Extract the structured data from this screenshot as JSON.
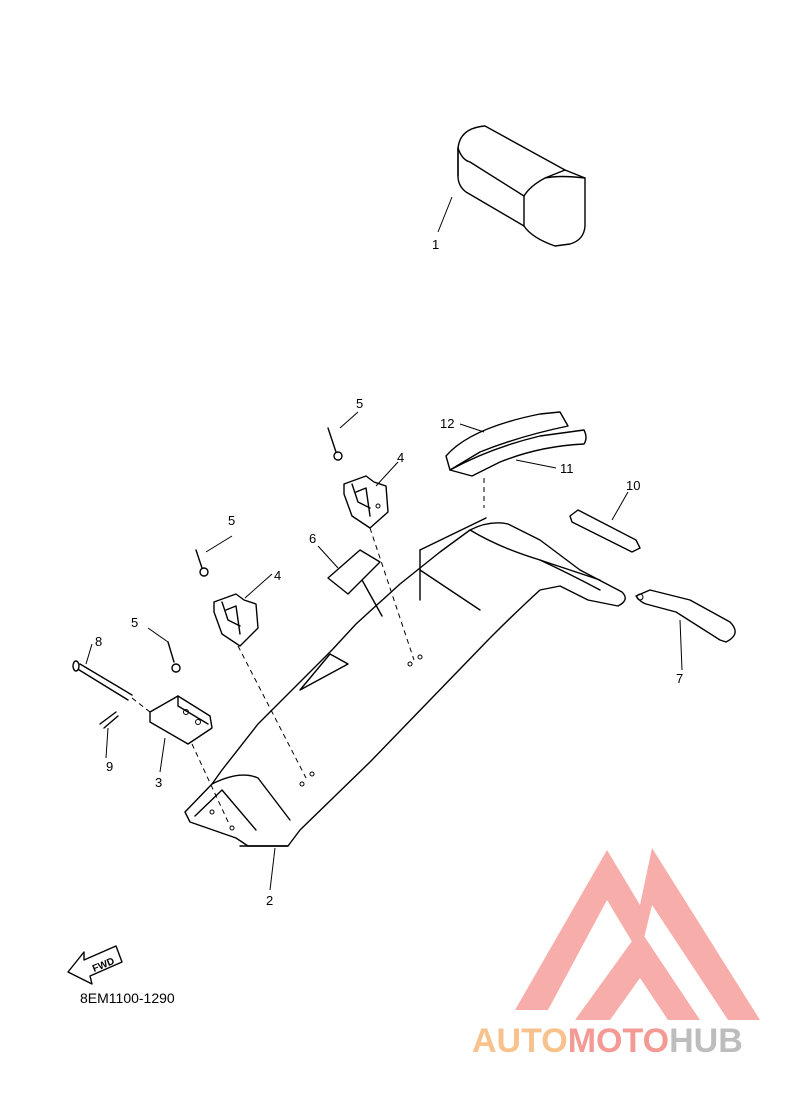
{
  "diagram": {
    "callouts": [
      {
        "id": "1",
        "text": "1"
      },
      {
        "id": "2",
        "text": "2"
      },
      {
        "id": "3",
        "text": "3"
      },
      {
        "id": "4a",
        "text": "4"
      },
      {
        "id": "4b",
        "text": "4"
      },
      {
        "id": "5a",
        "text": "5"
      },
      {
        "id": "5b",
        "text": "5"
      },
      {
        "id": "5c",
        "text": "5"
      },
      {
        "id": "6",
        "text": "6"
      },
      {
        "id": "7",
        "text": "7"
      },
      {
        "id": "8",
        "text": "8"
      },
      {
        "id": "9",
        "text": "9"
      },
      {
        "id": "10",
        "text": "10"
      },
      {
        "id": "11",
        "text": "11"
      },
      {
        "id": "12",
        "text": "12"
      }
    ],
    "fwd_label": "FWD",
    "diagram_code": "8EM1100-1290"
  },
  "watermark": {
    "part1": "AUTO",
    "part2": "MOTO",
    "part3": "HUB",
    "color_auto": "#f7c28c",
    "color_moto": "#f49a94",
    "color_hub": "#bdbdbd",
    "logo_color": "#f6a09c"
  }
}
